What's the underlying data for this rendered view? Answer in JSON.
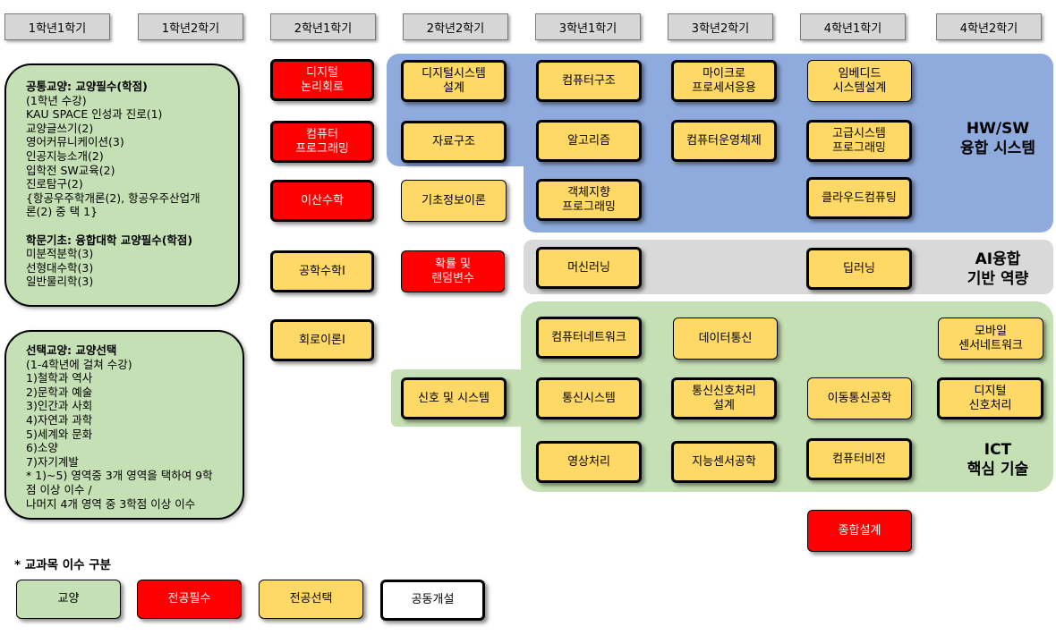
{
  "semesters": [
    "1학년1학기",
    "1학년2학기",
    "2학년1학기",
    "2학년2학기",
    "3학년1학기",
    "3학년2학기",
    "4학년1학기",
    "4학년2학기"
  ],
  "panels": {
    "general": {
      "heading": "공통교양: 교양필수(학점)",
      "lines": [
        "(1학년 수강)",
        "KAU SPACE 인성과 진로(1)",
        "교양글쓰기(2)",
        "영어커뮤니케이션(3)",
        "인공지능소개(2)",
        "입학전 SW교육(2)",
        "진로탐구(2)",
        "{항공우주학개론(2), 항공우주산업개",
        "론(2) 중 택 1}"
      ],
      "heading2": "학문기초: 융합대학 교양필수(학점)",
      "lines2": [
        "미분적분학(3)",
        "선형대수학(3)",
        "일반물리학(3)"
      ]
    },
    "elective": {
      "heading": "선택교양: 교양선택",
      "lines": [
        "(1-4학년에 걸쳐 수강)",
        "1)철학과 역사",
        "2)문학과 예술",
        "3)인간과 사회",
        "4)자연과 과학",
        "5)세계와 문화",
        "6)소양",
        "7)자기계발",
        "* 1)~5) 영역중 3개 영역을 택하여 9학",
        "점 이상 이수 /",
        "나머지 4개 영역 중 3학점 이상 이수"
      ]
    }
  },
  "tracks": {
    "hwsw": "HW/SW\n융합 시스템",
    "ai": "AI융합\n기반 역량",
    "ict": "ICT\n핵심 기술"
  },
  "track_colors": {
    "hwsw": "#8faadc",
    "ai": "#d9d9d9",
    "ict": "#c5e0b4"
  },
  "courses": {
    "digital_logic": "디지털\n논리회로",
    "computer_programming": "컴퓨터\n프로그래밍",
    "discrete_math": "이산수학",
    "engineering_math": "공학수학I",
    "circuit_theory": "회로이론I",
    "digital_system_design": "디지털시스템\n설계",
    "data_structure": "자료구조",
    "basic_information_theory": "기초정보이론",
    "probability_random": "확률 및\n랜덤변수",
    "signals_systems": "신호 및 시스템",
    "computer_architecture": "컴퓨터구조",
    "algorithms": "알고리즘",
    "oop": "객체지향\n프로그래밍",
    "machine_learning": "머신러닝",
    "computer_network": "컴퓨터네트워크",
    "communication_system": "통신시스템",
    "image_processing": "영상처리",
    "microprocessor": "마이크로\n프로세서응용",
    "operating_system": "컴퓨터운영체제",
    "data_communication": "데이터통신",
    "communication_signal_processing": "통신신호처리\n설계",
    "intelligent_sensor": "지능센서공학",
    "embedded_system": "임베디드\n시스템설계",
    "advanced_system_programming": "고급시스템\n프로그래밍",
    "cloud_computing": "클라우드컴퓨팅",
    "deep_learning": "딥러닝",
    "mobile_communication": "이동통신공학",
    "computer_vision": "컴퓨터비전",
    "capstone_design": "종합설계",
    "mobile_sensor_network": "모바일\n센서네트워크",
    "digital_signal_processing": "디지털\n신호처리"
  },
  "legend": {
    "title": "* 교과목 이수 구분",
    "items": [
      "교양",
      "전공필수",
      "전공선택",
      "공동개설"
    ]
  },
  "colors": {
    "general_education": "#c5e0b4",
    "major_required": "#ff0000",
    "major_elective": "#ffd966",
    "joint_offered": "#ffffff"
  }
}
